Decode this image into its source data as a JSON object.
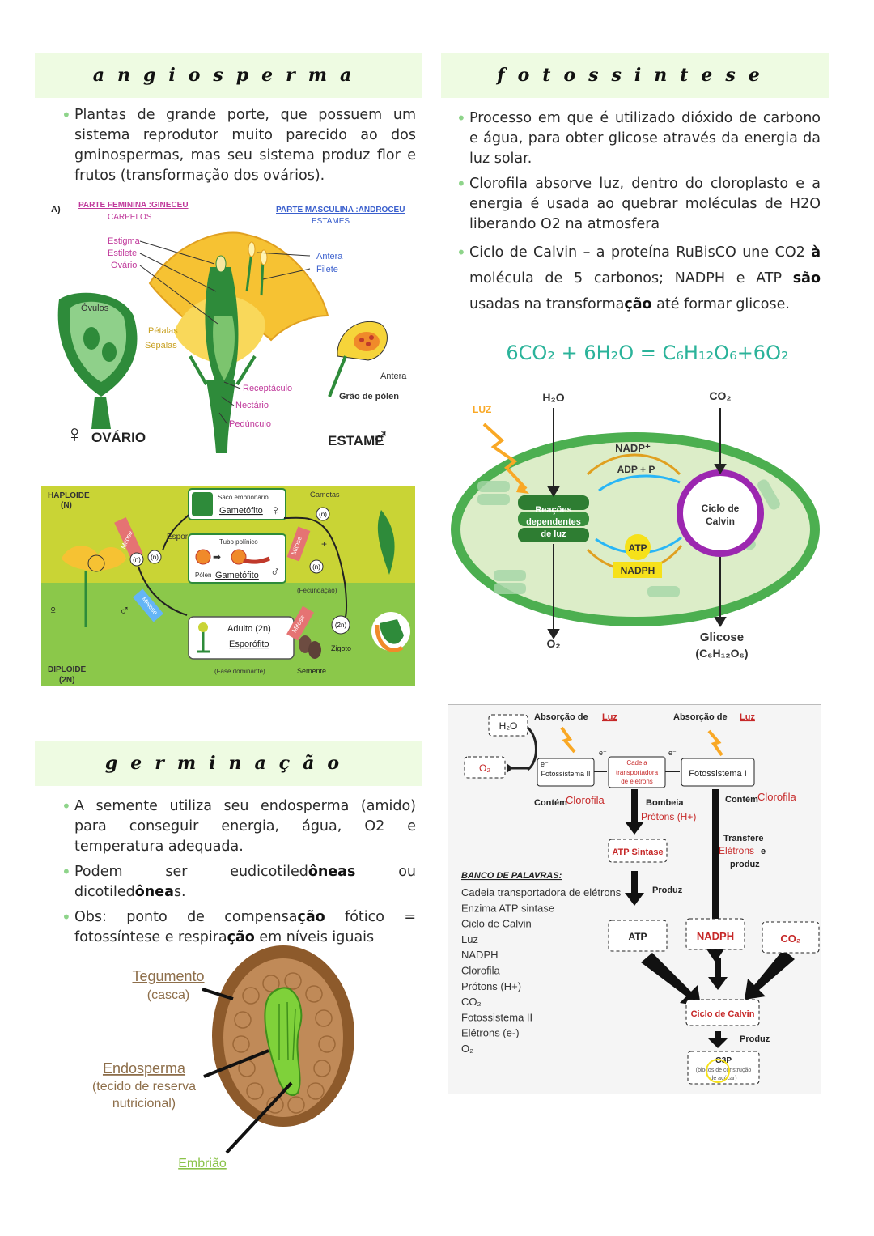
{
  "angiosperma": {
    "title": "angiosperma",
    "bullet1": "Plantas de grande porte, que possuem um sistema reprodutor muito parecido ao dos gminospermas, mas seu sistema produz flor e frutos (transformação dos ovários).",
    "flower": {
      "panel_letter": "A)",
      "female_title": "PARTE FEMININA :GINECEU",
      "female_sub": "CARPELOS",
      "estigma": "Estigma",
      "estilete": "Estilete",
      "ovario_part": "Ovário",
      "ovulos": "Óvulos",
      "petalas": "Pétalas",
      "sepalas": "Sépalas",
      "receptaculo": "Receptáculo",
      "nectario": "Nectário",
      "pedunculo": "Pedúnculo",
      "male_title": "PARTE MASCULINA :ANDROCEU",
      "male_sub": "ESTAMES",
      "antera_top": "Antera",
      "filete": "Filete",
      "antera": "Antera",
      "grao_polen": "Grão de pólen",
      "ovario_label": "OVÁRIO",
      "estame_label": "ESTAME"
    },
    "cycle": {
      "haploide": "HAPLOIDE",
      "haploide_n": "(N)",
      "diploide": "DIPLOIDE",
      "diploide_n": "(2N)",
      "saco": "Saco embrionário",
      "gametofito_f": "Gametófito",
      "gametas": "Gametas",
      "esporos": "Esporos",
      "tubo": "Tubo polínico",
      "polen": "Pólen",
      "gametofito_m": "Gametófito",
      "mitose": "Mitose",
      "meiose": "Meiose",
      "fecundacao": "(Fecundação)",
      "adulto": "Adulto (2n)",
      "esporofito": "Esporófito",
      "fase": "(Fase dominante)",
      "semente": "Semente",
      "zigoto": "Zigoto",
      "n": "(n)",
      "two_n": "(2n)",
      "plus": "+"
    }
  },
  "germinacao": {
    "title": "germinação",
    "bullet1": "A semente utiliza seu endosperma (amido) para conseguir energia, água, O2 e temperatura adequada.",
    "bullet2_pre": "Podem ser eudicotiled",
    "bullet2_b1": "ôneas",
    "bullet2_mid": " ou dicotiled",
    "bullet2_b2": "ônea",
    "bullet2_post": "s.",
    "bullet3_pre": "Obs: ponto de compensa",
    "bullet3_b1": "ção",
    "bullet3_mid": " fótico = fotossíntese e respira",
    "bullet3_b2": "ção",
    "bullet3_post": " em níveis iguais",
    "seed": {
      "tegumento": "Tegumento",
      "casca": "(casca)",
      "endosperma": "Endosperma",
      "tecido": "(tecido de reserva",
      "nutricional": "nutricional)",
      "embriao": "Embrião"
    }
  },
  "fotossintese": {
    "title": "fotossintese",
    "bullet1": "Processo em que é utilizado dióxido de carbono e água, para obter glicose através da energia da luz solar.",
    "bullet2": "Clorofila absorve luz, dentro do cloroplasto e a energia é usada ao quebrar moléculas de H2O liberando O2 na atmosfera",
    "bullet3_pre": "Ciclo de Calvin – a proteína RuBisCO une CO2 ",
    "bullet3_b1": "à",
    "bullet3_mid": " molécula de 5 carbonos; NADPH e ATP ",
    "bullet3_b2": "são",
    "bullet3_mid2": " usadas na transforma",
    "bullet3_b3": "ção",
    "bullet3_post": " até formar glicose.",
    "equation": "6CO₂ + 6H₂O = C₆H₁₂O₆+6O₂",
    "chloro": {
      "h2o": "H₂O",
      "co2": "CO₂",
      "luz": "LUZ",
      "nadp": "NADP⁺",
      "adp": "ADP + P",
      "reacoes1": "Reações",
      "reacoes2": "dependentes",
      "reacoes3": "de luz",
      "ciclo1": "Ciclo de",
      "ciclo2": "Calvin",
      "atp": "ATP",
      "nadph": "NADPH",
      "o2": "O₂",
      "glicose": "Glicose",
      "formula": "(C₆H₁₂O₆)"
    },
    "flow": {
      "h2o": "H₂O",
      "o2": "O₂",
      "abs1": "Absorção de",
      "luz1": "Luz",
      "abs2": "Absorção de",
      "luz2": "Luz",
      "eminus": "e⁻",
      "fs2": "Fotossistema II",
      "cadeia1": "Cadeia",
      "cadeia2": "transportadora",
      "cadeia3": "de elétrons",
      "fs1": "Fotossistema I",
      "contem1": "Contém",
      "clorofila1": "Clorofila",
      "bombeia": "Bombeia",
      "protons": "Prótons (H+)",
      "contem2": "Contém",
      "clorofila2": "Clorofila",
      "transfere": "Transfere",
      "eletrons": "Elétrons",
      "e_suffix": "e",
      "produz_r": "produz",
      "atp_sintase": "ATP Sintase",
      "produz1": "Produz",
      "atp": "ATP",
      "nadph": "NADPH",
      "co2": "CO₂",
      "ciclo": "Ciclo de Calvin",
      "produz2": "Produz",
      "g3p": "G3P",
      "g3p_sub1": "(blocos de construção",
      "g3p_sub2": "de açúcar)",
      "banco_title": "BANCO DE PALAVRAS:",
      "banco": [
        "Cadeia transportadora de elétrons",
        "Enzima ATP sintase",
        "Ciclo de Calvin",
        "Luz",
        "NADPH",
        "Clorofila",
        "Prótons (H+)",
        "CO₂",
        "Fotossistema II",
        "Elétrons (e-)",
        "O₂"
      ]
    }
  },
  "colors": {
    "header_bg": "#eefbe2",
    "bullet_dot": "#8ed48a",
    "equation": "#2bb39a",
    "chloro_green": "#4caf50",
    "calvin_purple": "#9c27b0",
    "flow_red": "#c62828"
  }
}
